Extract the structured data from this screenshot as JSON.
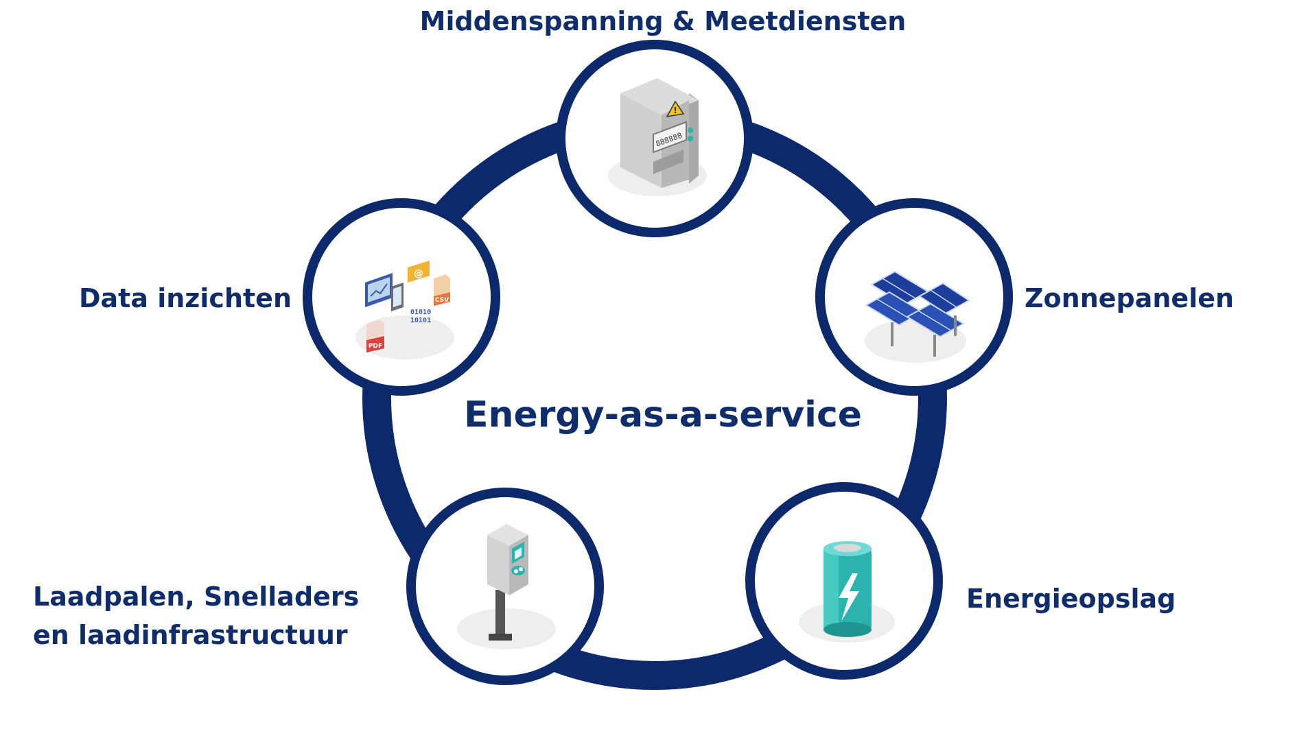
{
  "title": "Energy-as-a-service",
  "nodes": [
    {
      "id": "meter",
      "label_lines": [
        "Middenspanning & Meetdiensten"
      ],
      "icon": "electricity-meter-icon"
    },
    {
      "id": "solar",
      "label_lines": [
        "Zonnepanelen"
      ],
      "icon": "solar-panels-icon"
    },
    {
      "id": "storage",
      "label_lines": [
        "Energieopslag"
      ],
      "icon": "battery-icon"
    },
    {
      "id": "charging",
      "label_lines": [
        "Laadpalen, Snelladers",
        "en laadinfrastructuur"
      ],
      "icon": "charging-station-icon"
    },
    {
      "id": "data",
      "label_lines": [
        "Data inzichten"
      ],
      "icon": "data-files-icon"
    }
  ],
  "colors": {
    "ring": "#0c2a6b",
    "text": "#0f2d6b",
    "node_fill": "#ffffff",
    "shadow": "#eeeeee",
    "teal": "#2bb3b0",
    "grey": "#c9c9c9"
  },
  "meter_display": "888888",
  "data_file_labels": [
    "PDF",
    "CSV",
    "@"
  ]
}
